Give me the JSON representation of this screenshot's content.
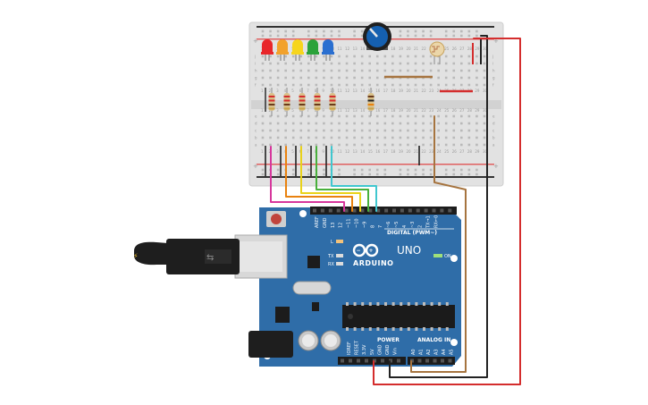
{
  "arduino": {
    "brand": "ARDUINO",
    "model": "UNO",
    "on_label": "ON",
    "l_label": "L",
    "tx_label": "TX",
    "rx_label": "RX",
    "digital_label": "DIGITAL (PWM~)",
    "power_label": "POWER",
    "analog_label": "ANALOG IN",
    "digital_pins": [
      "AREF",
      "GND",
      "13",
      "12",
      "~11",
      "~10",
      "~9",
      "8",
      "7",
      "~6",
      "~5",
      "4",
      "~3",
      "2",
      "TX→1",
      "RX←0"
    ],
    "power_pins": [
      "IOREF",
      "RESET",
      "3.3V",
      "5V",
      "GND",
      "GND",
      "Vin"
    ],
    "analog_pins": [
      "A0",
      "A1",
      "A2",
      "A3",
      "A4",
      "A5"
    ]
  },
  "breadboard": {
    "row_letters_top": [
      "j",
      "i",
      "h",
      "g",
      "f"
    ],
    "row_letters_bottom": [
      "e",
      "d",
      "c",
      "b",
      "a"
    ],
    "column_numbers": [
      "1",
      "2",
      "3",
      "4",
      "5",
      "6",
      "7",
      "8",
      "9",
      "10",
      "11",
      "12",
      "13",
      "14",
      "15",
      "16",
      "17",
      "18",
      "19",
      "20",
      "21",
      "22",
      "23",
      "24",
      "25",
      "26",
      "27",
      "28",
      "29",
      "30"
    ],
    "rail_plus": "+",
    "rail_minus": "−"
  },
  "leds": [
    {
      "color_name": "red",
      "color": "#e8262a"
    },
    {
      "color_name": "orange",
      "color": "#f2a22c"
    },
    {
      "color_name": "yellow",
      "color": "#f6d51d"
    },
    {
      "color_name": "green",
      "color": "#2aa23a"
    },
    {
      "color_name": "blue",
      "color": "#2a6fd0"
    }
  ],
  "wire_colors": {
    "magenta": "#d6379c",
    "orange": "#e9820f",
    "yellow": "#e9d21a",
    "green": "#49b03c",
    "cyan": "#40c7cf",
    "brown": "#a6743f",
    "black": "#222222",
    "red": "#d42d2d"
  },
  "board_color": "#2f6da8"
}
